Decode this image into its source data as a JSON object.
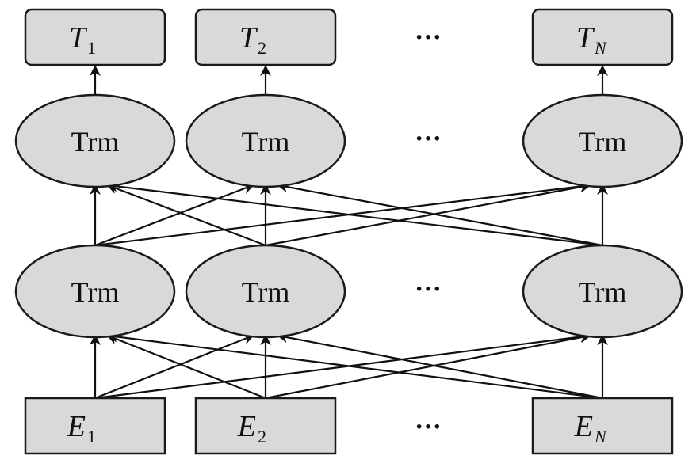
{
  "diagram": {
    "outputs": [
      {
        "main": "T",
        "sub": "1"
      },
      {
        "main": "T",
        "sub": "2"
      },
      {
        "main": "T",
        "sub": "N"
      }
    ],
    "upper_layer": [
      "Trm",
      "Trm",
      "Trm"
    ],
    "lower_layer": [
      "Trm",
      "Trm",
      "Trm"
    ],
    "inputs": [
      {
        "main": "E",
        "sub": "1"
      },
      {
        "main": "E",
        "sub": "2"
      },
      {
        "main": "E",
        "sub": "N"
      }
    ],
    "ellipsis": "···"
  }
}
